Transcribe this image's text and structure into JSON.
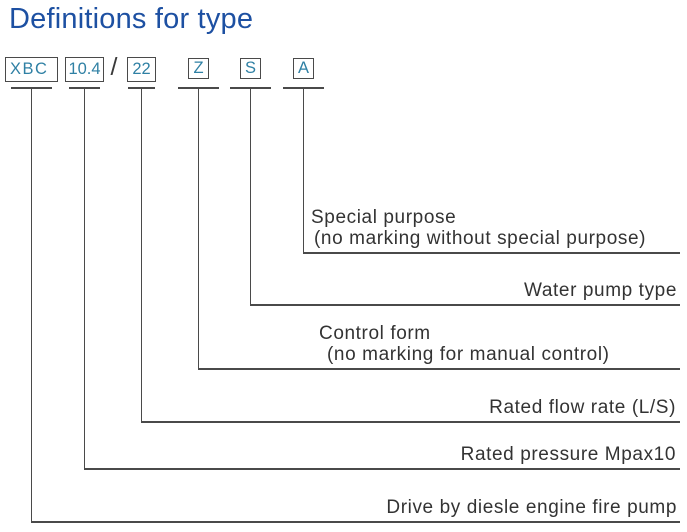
{
  "title": "Definitions for type",
  "type_code": {
    "separator": "/",
    "boxes": [
      {
        "id": "series",
        "label": "XBC"
      },
      {
        "id": "pressure",
        "label": "10.4"
      },
      {
        "id": "flow",
        "label": "22"
      },
      {
        "id": "control",
        "label": "Z"
      },
      {
        "id": "pump",
        "label": "S"
      },
      {
        "id": "special",
        "label": "A"
      }
    ]
  },
  "definitions": [
    {
      "code": "A",
      "line1": "Special purpose",
      "line2": "(no marking without special purpose)"
    },
    {
      "code": "S",
      "line1": "Water pump type",
      "line2": ""
    },
    {
      "code": "Z",
      "line1": "Control form",
      "line2": "(no marking for manual control)"
    },
    {
      "code": "22",
      "line1": "Rated flow rate (L/S)",
      "line2": ""
    },
    {
      "code": "10.4",
      "line1": "Rated pressure Mpax10",
      "line2": ""
    },
    {
      "code": "XBC",
      "line1": "Drive by diesle engine fire pump",
      "line2": ""
    }
  ],
  "colors": {
    "title": "#1d50a2",
    "code_text": "#2f80a4",
    "diagram_line": "#4a4a4a",
    "label_text": "#333333"
  }
}
